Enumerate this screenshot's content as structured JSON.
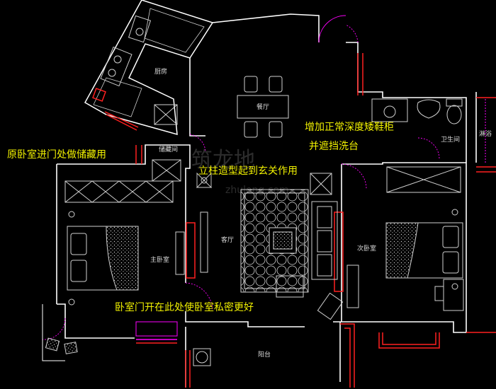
{
  "notes": {
    "storage": "原卧室进门处做储藏用",
    "column": "立柱造型起到玄关作用",
    "shoe_cabinet_line1": "增加正常深度矮鞋柜",
    "shoe_cabinet_line2": "并遮挡洗台",
    "bedroom_door": "卧室门开在此处使卧室私密更好"
  },
  "rooms": {
    "kitchen": "厨房",
    "dining": "餐厅",
    "storage_room": "储藏间",
    "living": "客厅",
    "master_bedroom": "主卧室",
    "second_bedroom": "次卧室",
    "bathroom": "卫生间",
    "laundry": "淋浴",
    "balcony": "阳台"
  },
  "watermark": {
    "main": "筑龙地",
    "sub": "zhulong.com"
  },
  "colors": {
    "background": "#000000",
    "wall": "#ffffff",
    "annotation": "#f2f200",
    "red_line": "#ff2020",
    "door_arc": "#ff00ff",
    "furniture": "#cfcfcf"
  }
}
